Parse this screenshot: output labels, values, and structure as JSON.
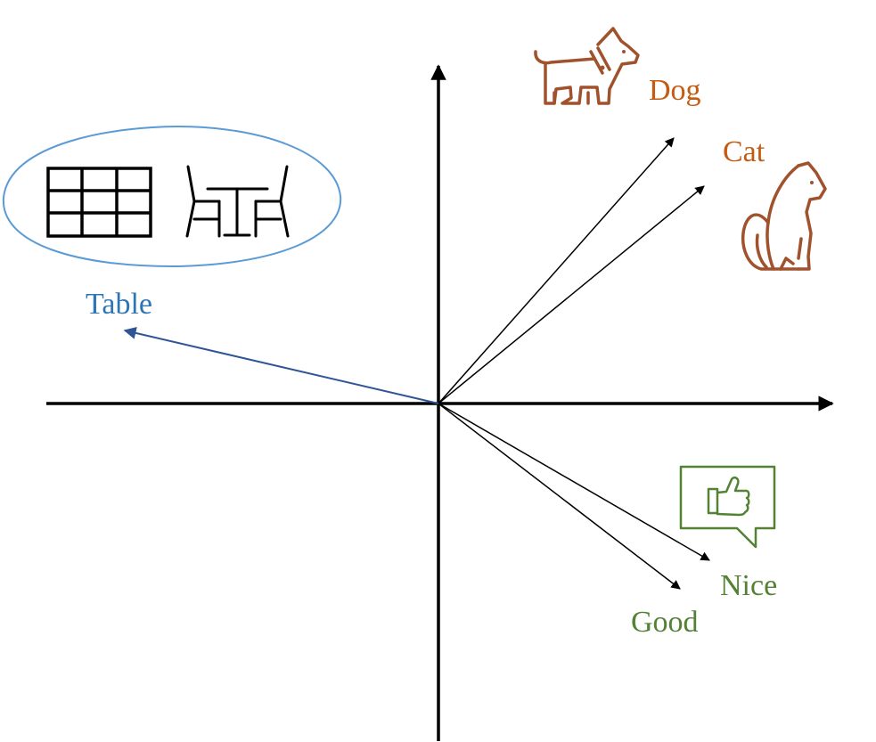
{
  "labels": {
    "dog": "Dog",
    "cat": "Cat",
    "table": "Table",
    "nice": "Nice",
    "good": "Good"
  },
  "icons": {
    "dog": "dog-icon",
    "cat": "cat-icon",
    "table_grid": "table-grid-icon",
    "table_chairs": "table-with-chairs-icon",
    "thumbs_up": "thumbs-up-speech-bubble-icon"
  },
  "colors": {
    "axis": "#000000",
    "animal": "#C55A11",
    "animal_icon": "#A0522D",
    "table_label": "#2E75B6",
    "table_arrow": "#2F5597",
    "table_outline": "#5B9BD5",
    "sentiment": "#548235",
    "vector": "#000000"
  }
}
